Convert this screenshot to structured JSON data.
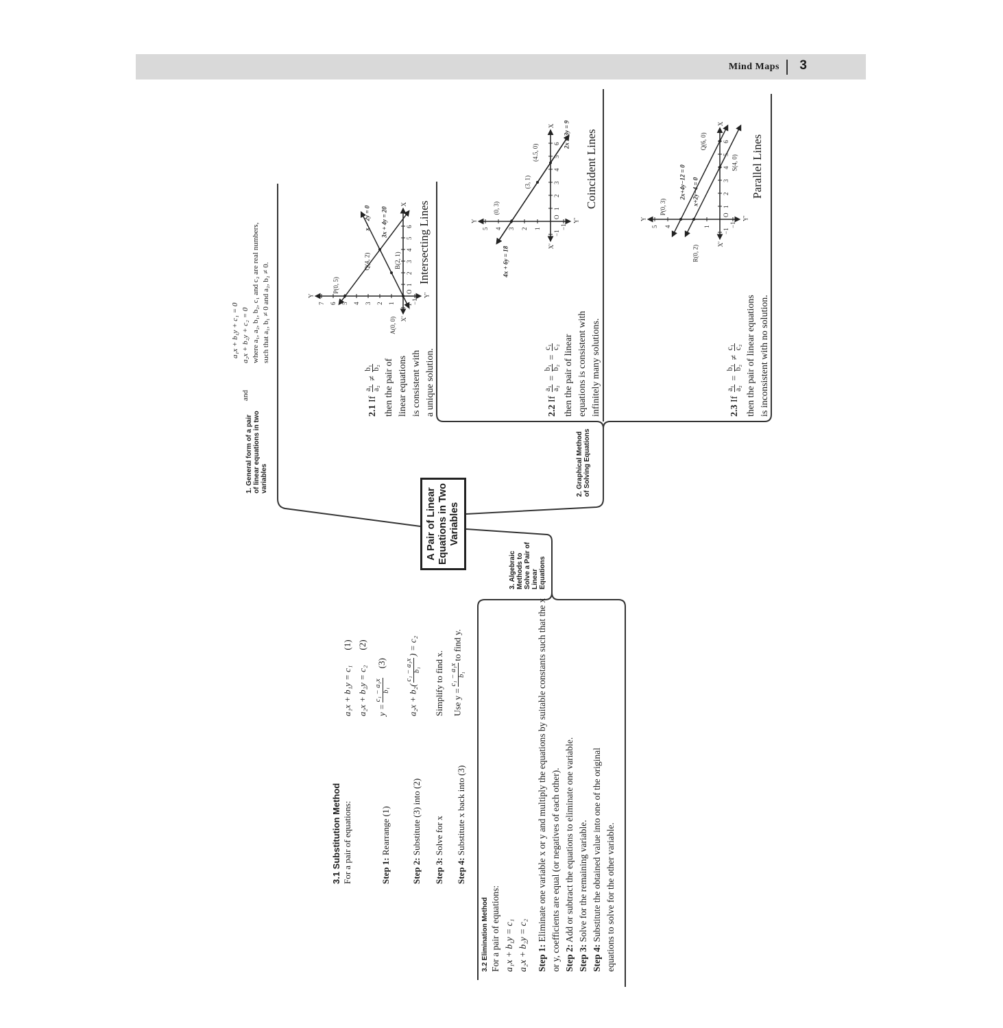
{
  "header": {
    "title": "Mind Maps",
    "page": "3"
  },
  "center": {
    "title": "A Pair of Linear Equations in Two Variables"
  },
  "section1": {
    "label": "1. General form of a pair of linear equations in two variables",
    "eq1": "a₁x + b₁y + c₁ = 0",
    "and": "and",
    "eq2": "a₂x + b₂y + c₂ = 0",
    "where": "where a₁, a₂, b₁, b₂, c₁ and c₂ are real numbers,",
    "such": "such that a₁, b₁ ≠ 0 and a₂, b₂ ≠ 0."
  },
  "section2": {
    "label": "2. Graphical Method of Solving Equations",
    "cases": [
      {
        "num": "2.1",
        "if": "If",
        "f1n": "a₁",
        "f1d": "a₂",
        "op1": "≠",
        "f2n": "b₁",
        "f2d": "b₂",
        "op2": "",
        "f3n": "",
        "f3d": "",
        "lines": [
          "then the pair of",
          "linear equations",
          "is consistent with",
          "a unique solution."
        ],
        "graph_title": "Intersecting Lines"
      },
      {
        "num": "2.2",
        "if": "If",
        "f1n": "a₁",
        "f1d": "a₂",
        "op1": "=",
        "f2n": "b₁",
        "f2d": "b₂",
        "op2": "=",
        "f3n": "c₁",
        "f3d": "c₂",
        "lines": [
          "then the pair of linear",
          "equations is consistent with",
          "infinitely many solutions."
        ],
        "graph_title": "Coincident Lines"
      },
      {
        "num": "2.3",
        "if": "If",
        "f1n": "a₁",
        "f1d": "a₂",
        "op1": "=",
        "f2n": "b₁",
        "f2d": "b₂",
        "op2": "≠",
        "f3n": "c₁",
        "f3d": "c₂",
        "lines": [
          "then the pair of linear equations",
          "is inconsistent with no solution."
        ],
        "graph_title": "Parallel Lines"
      }
    ],
    "graphs": [
      {
        "xrange": [
          -1.5,
          7.5
        ],
        "yrange": [
          -1.5,
          7.5
        ],
        "xticks": [
          -1,
          1,
          2,
          3,
          4,
          5,
          6
        ],
        "yticks": [
          -1,
          1,
          2,
          3,
          4,
          5,
          6,
          7
        ],
        "axis_labels": {
          "x": "X",
          "xneg": "X′",
          "y": "Y",
          "yneg": "Y′",
          "origin": "O"
        },
        "lines": [
          {
            "from": [
              -1,
              -0.5
            ],
            "to": [
              7.2,
              3.6
            ],
            "label": "x − 2y = 0",
            "at": [
              5.6,
              2.9
            ]
          },
          {
            "from": [
              -0.7,
              5.5
            ],
            "to": [
              7.3,
              -0.5
            ],
            "label": "3x + 4y = 20",
            "at": [
              5.0,
              1.45
            ]
          }
        ],
        "points": [
          {
            "x": 0,
            "y": 5,
            "label": "P(0, 5)",
            "at": [
              0.2,
              5.6
            ]
          },
          {
            "x": 4,
            "y": 2,
            "label": "Q(4, 2)",
            "at": [
              2.2,
              2.9
            ]
          },
          {
            "x": 2,
            "y": 1,
            "label": "B(2, 1)",
            "at": [
              2.3,
              0.3
            ]
          },
          {
            "x": 0,
            "y": 0,
            "label": "A(0, 0)",
            "at": [
              -1.4,
              -1.4
            ]
          }
        ]
      },
      {
        "xrange": [
          -1.5,
          7
        ],
        "yrange": [
          -1.5,
          5.5
        ],
        "xticks": [
          -1,
          1,
          2,
          3,
          4,
          5,
          6
        ],
        "yticks": [
          -1,
          1,
          2,
          3,
          4,
          5
        ],
        "axis_labels": {
          "x": "X",
          "xneg": "X′",
          "y": "Y",
          "yneg": "Y′",
          "origin": "O"
        },
        "lines": [
          {
            "from": [
              -1.7,
              4.13
            ],
            "to": [
              6.6,
              -1.4
            ],
            "label": "4x + 6y = 18",
            "at": [
              -1.4,
              3.3
            ]
          },
          {
            "from": [
              -1.7,
              4.13
            ],
            "to": [
              6.6,
              -1.4
            ],
            "label": "2x + 3y = 9",
            "at": [
              5.0,
              -0.5
            ]
          }
        ],
        "points": [
          {
            "x": 0,
            "y": 3,
            "label": "(0, 3)",
            "at": [
              0.5,
              4.0
            ]
          },
          {
            "x": 3,
            "y": 1,
            "label": "(3, 1)",
            "at": [
              2.5,
              1.6
            ]
          },
          {
            "x": 4.5,
            "y": 0,
            "label": "(4.5, 0)",
            "at": [
              3.8,
              1.2
            ]
          }
        ]
      },
      {
        "xrange": [
          -1.5,
          7
        ],
        "yrange": [
          -1.5,
          5.5
        ],
        "xticks": [
          -1,
          1,
          2,
          3,
          4,
          5,
          6
        ],
        "yticks": [
          -1,
          1,
          4,
          5
        ],
        "axis_labels": {
          "x": "X",
          "xneg": "X′",
          "y": "Y",
          "yneg": "Y′",
          "origin": "O"
        },
        "lines": [
          {
            "from": [
              -1.3,
              3.65
            ],
            "to": [
              7.2,
              -0.6
            ],
            "label": "2x+4y−12 = 0",
            "at": [
              1.5,
              2.7
            ]
          },
          {
            "from": [
              -1.3,
              2.65
            ],
            "to": [
              7.2,
              -1.6
            ],
            "label": "x+2y−4 = 0",
            "at": [
              1.0,
              1.7
            ]
          }
        ],
        "points": [
          {
            "x": 0,
            "y": 3,
            "label": "P(0, 3)",
            "at": [
              0.3,
              4.2
            ]
          },
          {
            "x": 0,
            "y": 2,
            "label": "R(0, 2)",
            "at": [
              -1.5,
              0.7
            ]
          },
          {
            "x": 4,
            "y": 0,
            "label": "S(4, 0)",
            "at": [
              3.7,
              -1.3
            ]
          },
          {
            "x": 6,
            "y": 0,
            "label": "Q(6, 0)",
            "at": [
              5.3,
              1.1
            ]
          }
        ]
      }
    ]
  },
  "section3": {
    "label": "3. Algebraic Methods to Solve a Pair of Linear Equations",
    "substitution": {
      "title": "3.1 Substitution Method",
      "intro": "For a pair of equations:",
      "eq1": "a₁x + b₁y = c₁",
      "tag1": "(1)",
      "eq2": "a₂x + b₂y = c₂",
      "tag2": "(2)",
      "step1_label": "Step 1:",
      "step1_text": "Rearrange (1)",
      "step1_lhs": "y =",
      "step1_num": "c₁ − a₁x",
      "step1_den": "b₁",
      "step1_tag": "(3)",
      "step2_label": "Step 2:",
      "step2_text": "Substitute (3) into (2)",
      "step2_lhs": "a₂x + b₂(",
      "step2_num": "c₁ − a₁x",
      "step2_den": "b₁",
      "step2_rhs": ") = c₂",
      "step3_label": "Step 3:",
      "step3_text": "Solve for x",
      "step3_math": "Simplify to find x.",
      "step4_label": "Step 4:",
      "step4_text": "Substitute x back into (3)",
      "step4_lhs": "Use y =",
      "step4_num": "c₁ − a₁x",
      "step4_den": "b₁",
      "step4_rhs": "to find y."
    },
    "elimination": {
      "title": "3.2 Elimination Method",
      "intro": "For a pair of equations:",
      "eq1": "a₁x + b₁y = c₁",
      "eq2": "a₂x + b₂y = c₂",
      "steps": [
        {
          "label": "Step 1:",
          "text": "Eliminate one variable x or y and multiply the equations by suitable constants such that the x or y, coefficients are equal (or negatives of each other)."
        },
        {
          "label": "Step 2:",
          "text": "Add or subtract the equations to eliminate one variable."
        },
        {
          "label": "Step 3:",
          "text": "Solve for the remaining variable."
        },
        {
          "label": "Step 4:",
          "text": "Substitute the obtained value into one of the original equations to solve for the other variable."
        }
      ]
    }
  }
}
